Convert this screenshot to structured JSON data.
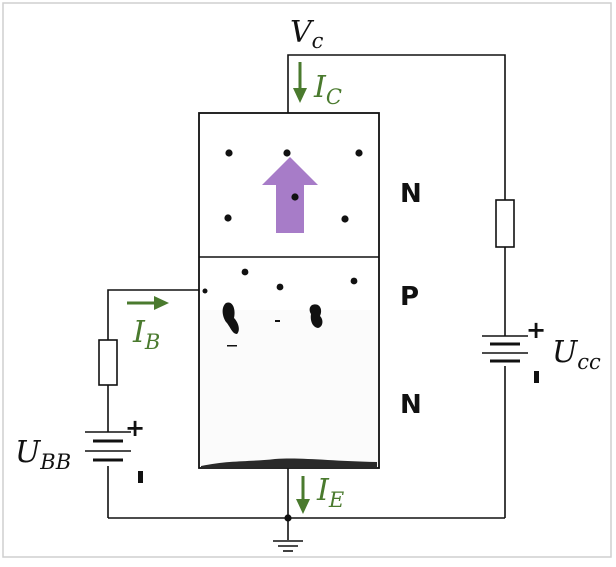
{
  "labels": {
    "vc_main": "V",
    "vc_sub": "c",
    "ic_main": "I",
    "ic_sub": "C",
    "ib_main": "I",
    "ib_sub": "B",
    "ie_main": "I",
    "ie_sub": "E",
    "ubb_main": "U",
    "ubb_sub": "BB",
    "ucc_main": "U",
    "ucc_sub": "cc"
  },
  "regions": {
    "top": "N",
    "middle": "P",
    "bottom": "N"
  },
  "signs": {
    "plus": "+",
    "minus": "-"
  },
  "colors": {
    "wire": "#111111",
    "current_arrow": "#4a7a2e",
    "current_label": "#4a7a2e",
    "electron_flow_arrow": "#a77cc8",
    "frame": "#cccccc"
  },
  "icons": {
    "flow_arrow": "up-arrow-icon",
    "ground": "ground-icon",
    "resistor": "resistor-icon",
    "battery": "battery-icon"
  }
}
